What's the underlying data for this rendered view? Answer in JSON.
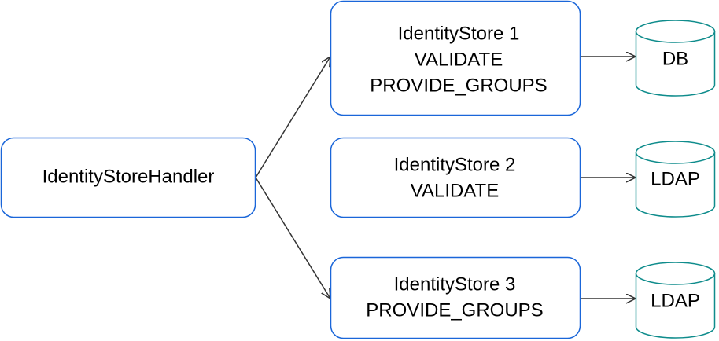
{
  "colors": {
    "box_stroke": "#1a66d9",
    "cylinder_stroke": "#0f8c8c",
    "arrow": "#333333",
    "text": "#000000"
  },
  "handler": {
    "label": "IdentityStoreHandler"
  },
  "stores": [
    {
      "lines": [
        "IdentityStore 1",
        "VALIDATE",
        "PROVIDE_GROUPS"
      ]
    },
    {
      "lines": [
        "IdentityStore 2",
        "VALIDATE"
      ]
    },
    {
      "lines": [
        "IdentityStore 3",
        "PROVIDE_GROUPS"
      ]
    }
  ],
  "backends": [
    {
      "label": "DB"
    },
    {
      "label": "LDAP"
    },
    {
      "label": "LDAP"
    }
  ]
}
